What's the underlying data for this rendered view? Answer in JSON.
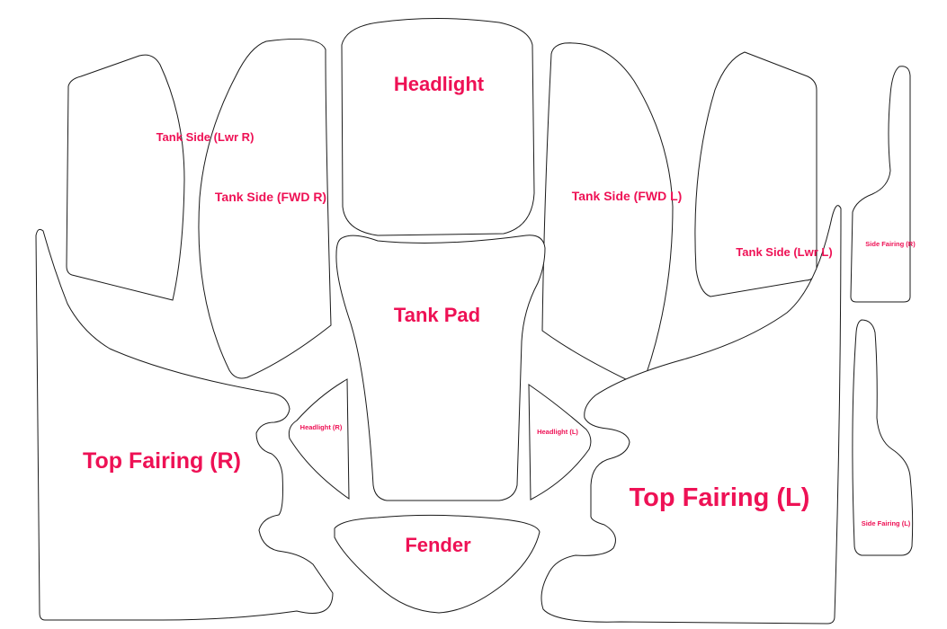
{
  "pieces": {
    "headlight": "Headlight",
    "tank_side_lwr_r": "Tank Side (Lwr R)",
    "tank_side_fwd_r": "Tank Side (FWD R)",
    "tank_side_fwd_l": "Tank Side (FWD L)",
    "tank_side_lwr_l": "Tank Side (Lwr L)",
    "side_fairing_r": "Side Fairing (R)",
    "tank_pad": "Tank Pad",
    "headlight_r": "Headlight (R)",
    "headlight_l": "Headlight (L)",
    "top_fairing_r": "Top Fairing (R)",
    "top_fairing_l": "Top Fairing (L)",
    "fender": "Fender",
    "side_fairing_l": "Side Fairing (L)"
  },
  "colors": {
    "outline": "#1a1a1a",
    "label": "#ee1155",
    "background": "#ffffff"
  }
}
